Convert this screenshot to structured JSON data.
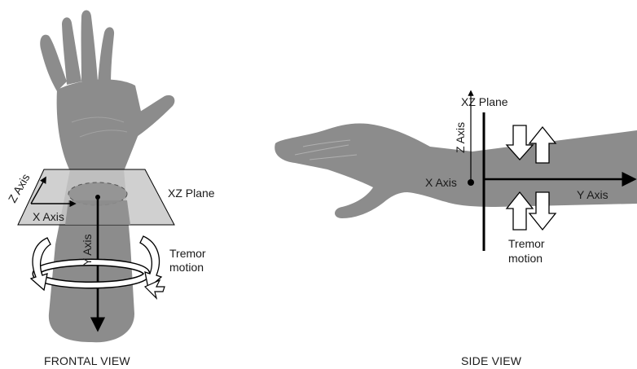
{
  "frontal": {
    "caption": "FRONTAL VIEW",
    "z_axis_label": "Z Axis",
    "x_axis_label": "X Axis",
    "y_axis_label": "Y Axis",
    "plane_label": "XZ Plane",
    "tremor_line1": "Tremor",
    "tremor_line2": "motion"
  },
  "side": {
    "caption": "SIDE VIEW",
    "plane_label": "XZ Plane",
    "z_axis_label": "Z Axis",
    "x_axis_label": "X Axis",
    "y_axis_label": "Y Axis",
    "tremor_line1": "Tremor",
    "tremor_line2": "motion"
  },
  "colors": {
    "skin": "#8c8c8c",
    "skin_shadow": "#7a7a7a",
    "plane": "#c8c8c8",
    "axis": "#000000",
    "arrow_fill": "#ffffff"
  }
}
